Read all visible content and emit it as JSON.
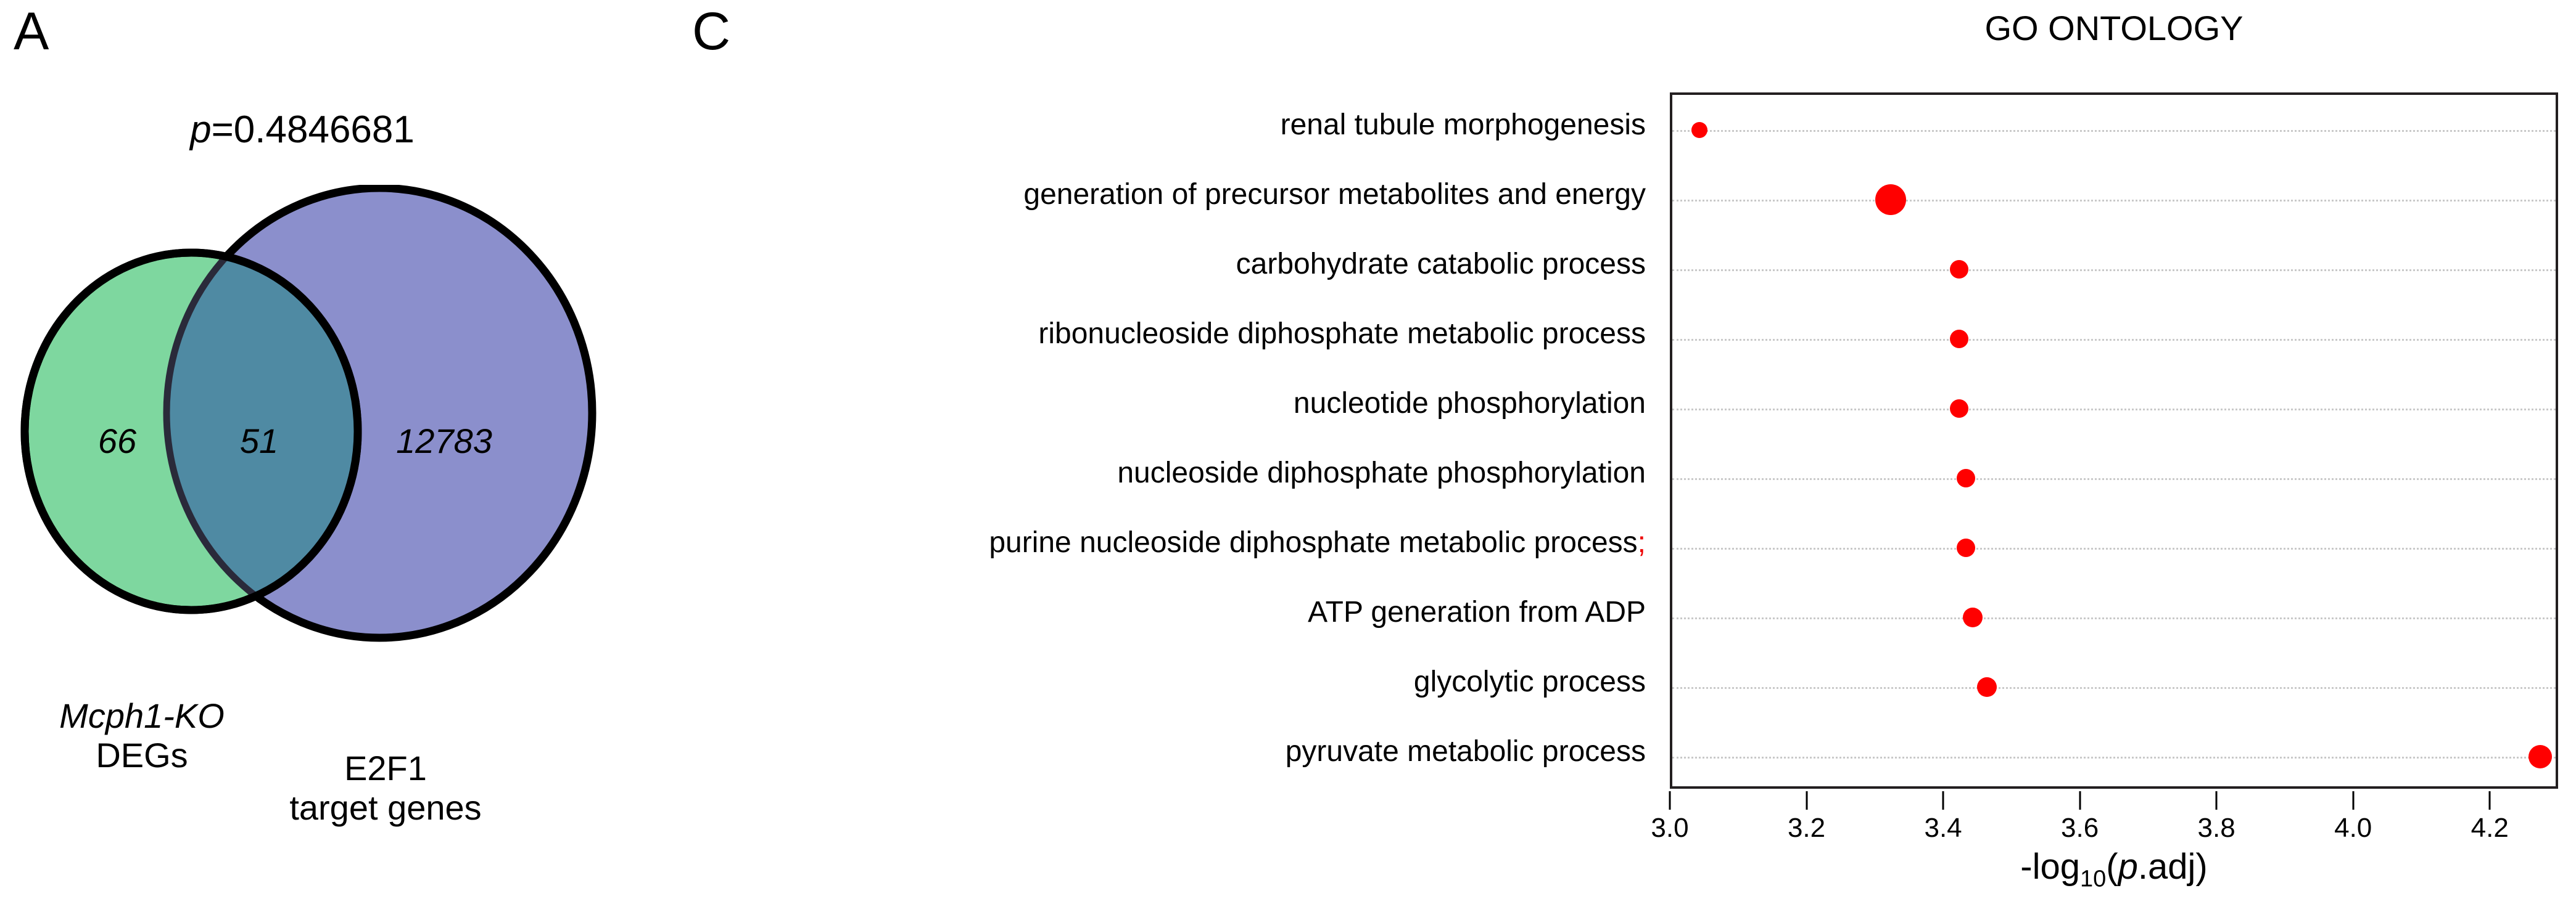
{
  "panel_a": {
    "letter": "A",
    "p_value_prefix": "p",
    "p_value_text": "=0.4846681",
    "venn": {
      "left_only": "66",
      "intersection": "51",
      "right_only": "12783",
      "left_label_line1": "Mcph1-KO",
      "left_label_line2": "DEGs",
      "right_label_line1": "E2F1",
      "right_label_line2": "target genes",
      "left_color": "#7ed79f",
      "right_color": "#8b8fcc",
      "overlap_color": "#4f8aa3",
      "stroke_color": "#000000"
    }
  },
  "panel_c": {
    "letter": "C",
    "title": "GO ONTOLOGY",
    "dot_color": "#ff0000",
    "stray_semicolon": ";"
  },
  "chart_data": {
    "type": "scatter",
    "title": "GO ONTOLOGY",
    "xlabel": "-log10(p.adj)",
    "ylabel": "",
    "xlim": [
      3.0,
      4.3
    ],
    "grid": true,
    "legend": "none",
    "xticks": [
      "3.0",
      "3.2",
      "3.4",
      "3.6",
      "3.8",
      "4.0",
      "4.2"
    ],
    "xtick_values": [
      3.0,
      3.2,
      3.4,
      3.6,
      3.8,
      4.0,
      4.2
    ],
    "categories": [
      "renal tubule  morphogenesis",
      "generation  of precursor  metabolites  and  energy",
      "carbohydrate  catabolic  process",
      "ribonucleoside  diphosphate  metabolic  process",
      "nucleotide  phosphorylation",
      "nucleoside  diphosphate  phosphorylation",
      "purine  nucleoside  diphosphate  metabolic  process",
      "ATP  generation  from ADP",
      "glycolytic  process",
      "pyruvate  metabolic  process"
    ],
    "values": [
      3.04,
      3.32,
      3.42,
      3.42,
      3.42,
      3.43,
      3.43,
      3.44,
      3.46,
      4.27
    ],
    "sizes": [
      26,
      50,
      30,
      30,
      30,
      30,
      30,
      32,
      32,
      38
    ]
  }
}
